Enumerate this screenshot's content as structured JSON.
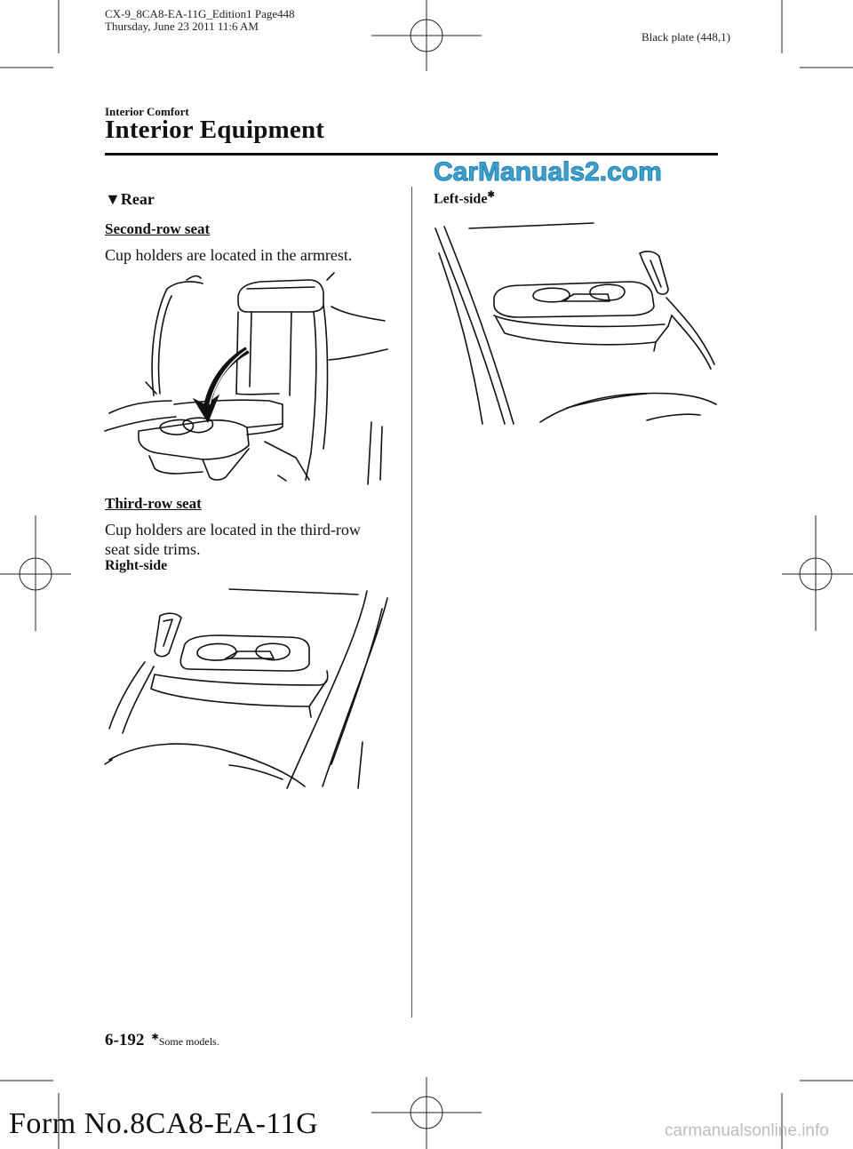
{
  "header": {
    "file_line1": "CX-9_8CA8-EA-11G_Edition1 Page448",
    "file_line2": "Thursday, June 23 2011 11:6 AM",
    "plate": "Black plate (448,1)"
  },
  "section": {
    "category": "Interior Comfort",
    "title": "Interior Equipment"
  },
  "watermark": "CarManuals2.com",
  "left_column": {
    "heading_marker": "▼",
    "heading": "Rear",
    "second_row_heading": "Second-row seat",
    "second_row_text": "Cup holders are located in the armrest.",
    "third_row_heading": "Third-row seat",
    "third_row_text_line1": "Cup holders are located in the third-row",
    "third_row_text_line2": "seat side trims.",
    "right_side_label": "Right-side"
  },
  "right_column": {
    "left_side_label": "Left-side",
    "asterisk": "✱"
  },
  "footer": {
    "page_number": "6-192",
    "asterisk": "✱",
    "note": "Some models.",
    "form_number": "Form No.8CA8-EA-11G",
    "site_watermark": "carmanualsonline.info"
  }
}
